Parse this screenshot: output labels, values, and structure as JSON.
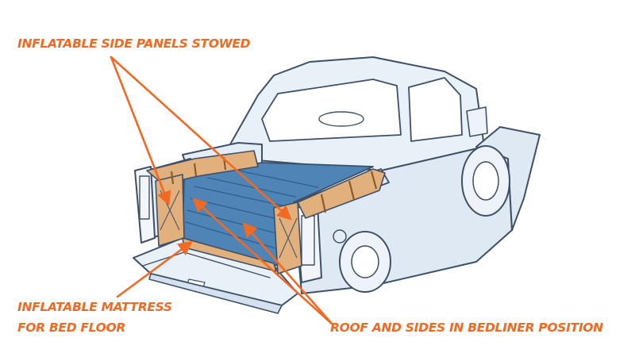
{
  "annotations": {
    "side_panels": "INFLATABLE SIDE PANELS STOWED",
    "mattress_line1": "INFLATABLE MATTRESS",
    "mattress_line2": "FOR BED FLOOR",
    "roof_sides": "ROOF AND SIDES IN BEDLINER POSITION"
  },
  "colors": {
    "callout": "#f06a24",
    "ink": "#3e5068",
    "body_fill": "#e4edf6",
    "bed_liner": "#4f84b6",
    "stowed_panel": "#e2b07c",
    "strap": "#c98a4a"
  }
}
